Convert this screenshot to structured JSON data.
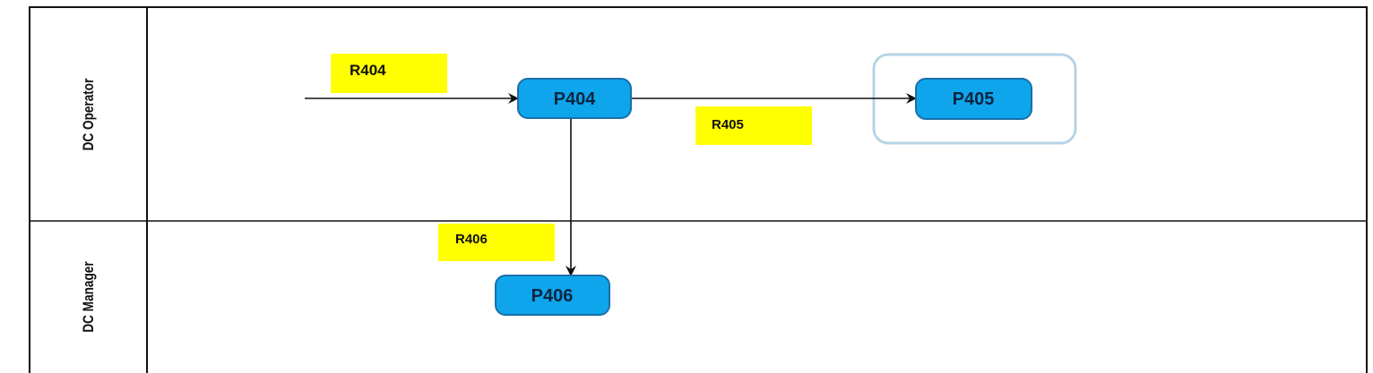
{
  "lanes": [
    {
      "label": "DC Operator"
    },
    {
      "label": "DC Manager"
    }
  ],
  "processes": [
    {
      "id": "p404",
      "label": "P404"
    },
    {
      "id": "p405",
      "label": "P405"
    },
    {
      "id": "p406",
      "label": "P406"
    }
  ],
  "notes": [
    {
      "label": "R404"
    },
    {
      "label": "R405"
    },
    {
      "label": "R406"
    }
  ],
  "colors": {
    "process_fill": "#0ea5ec",
    "process_stroke": "#1a6fa8",
    "note_fill": "#ffff00",
    "group_stroke": "#b7d3e6"
  }
}
